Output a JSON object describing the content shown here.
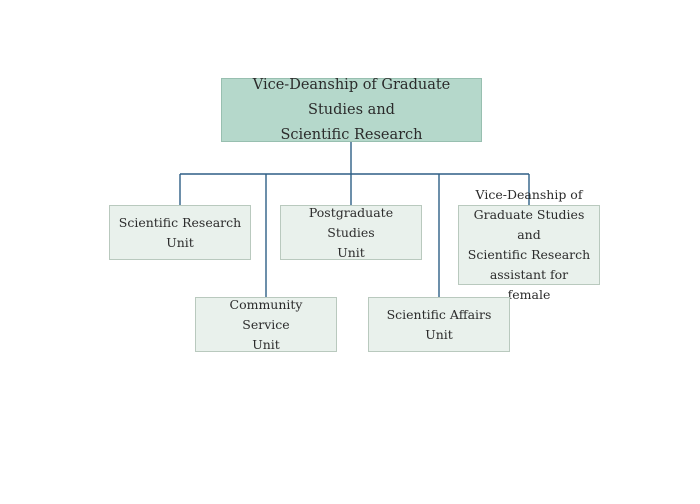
{
  "root": {
    "label": "Vice-Deanship of Graduate Studies and\nScientific Research"
  },
  "units": [
    {
      "id": "scientific-research",
      "label": "Scientific Research\nUnit"
    },
    {
      "id": "postgraduate",
      "label": "Postgraduate Studies\nUnit"
    },
    {
      "id": "vice-deanship-female",
      "label": "Vice-Deanship of\nGraduate Studies and\nScientific Research\nassistant for female"
    },
    {
      "id": "community-service",
      "label": "Community Service\nUnit"
    },
    {
      "id": "scientific-affairs",
      "label": "Scientific Affairs Unit"
    }
  ],
  "colors": {
    "root_fill": "#b5d8cb",
    "unit_fill": "#e9f1ec",
    "connector": "#2e5f86"
  }
}
